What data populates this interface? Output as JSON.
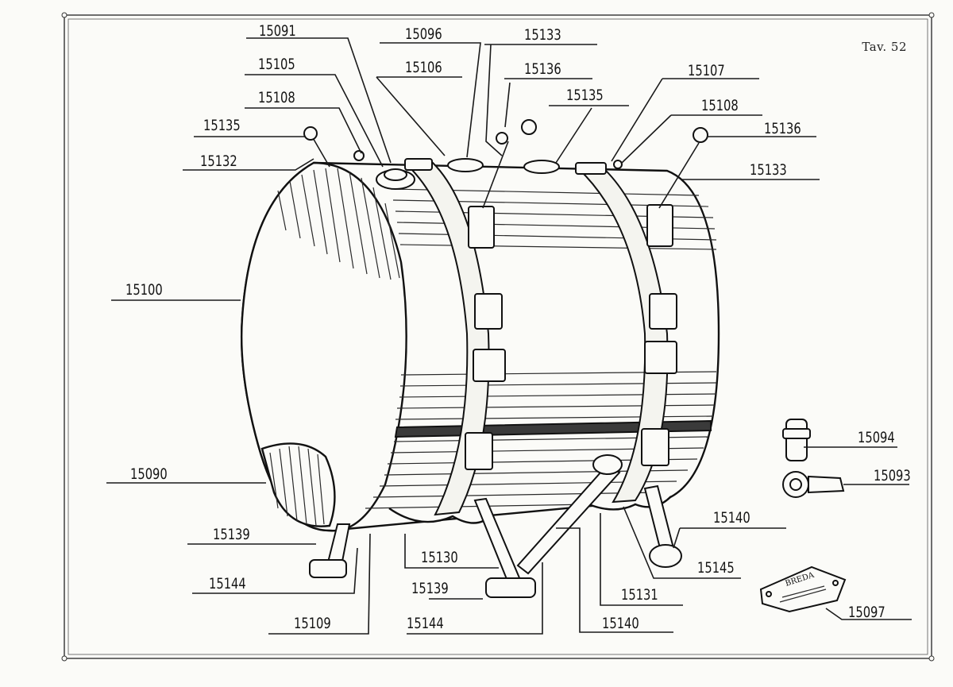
{
  "plate": {
    "title": "Tav. 52"
  },
  "labels": [
    {
      "id": "lbl-15091-top",
      "text": "15091"
    },
    {
      "id": "lbl-15096",
      "text": "15096"
    },
    {
      "id": "lbl-15133-top",
      "text": "15133"
    },
    {
      "id": "lbl-15105",
      "text": "15105"
    },
    {
      "id": "lbl-15106",
      "text": "15106"
    },
    {
      "id": "lbl-15136-top",
      "text": "15136"
    },
    {
      "id": "lbl-15107",
      "text": "15107"
    },
    {
      "id": "lbl-15135-right",
      "text": "15135"
    },
    {
      "id": "lbl-15108-left",
      "text": "15108"
    },
    {
      "id": "lbl-15108-right",
      "text": "15108"
    },
    {
      "id": "lbl-15135-left",
      "text": "15135"
    },
    {
      "id": "lbl-15136-right",
      "text": "15136"
    },
    {
      "id": "lbl-15132",
      "text": "15132"
    },
    {
      "id": "lbl-15133-right",
      "text": "15133"
    },
    {
      "id": "lbl-15100",
      "text": "15100"
    },
    {
      "id": "lbl-15094",
      "text": "15094"
    },
    {
      "id": "lbl-15090",
      "text": "15090"
    },
    {
      "id": "lbl-15093",
      "text": "15093"
    },
    {
      "id": "lbl-15140-right",
      "text": "15140"
    },
    {
      "id": "lbl-15139-left",
      "text": "15139"
    },
    {
      "id": "lbl-15130",
      "text": "15130"
    },
    {
      "id": "lbl-15145",
      "text": "15145"
    },
    {
      "id": "lbl-15144-left",
      "text": "15144"
    },
    {
      "id": "lbl-15139-bottom",
      "text": "15139"
    },
    {
      "id": "lbl-15131",
      "text": "15131"
    },
    {
      "id": "lbl-15097",
      "text": "15097"
    },
    {
      "id": "lbl-15109",
      "text": "15109"
    },
    {
      "id": "lbl-15144-bottom",
      "text": "15144"
    },
    {
      "id": "lbl-15140-bottom",
      "text": "15140"
    }
  ],
  "nameplate": {
    "brand": "BREDA"
  }
}
